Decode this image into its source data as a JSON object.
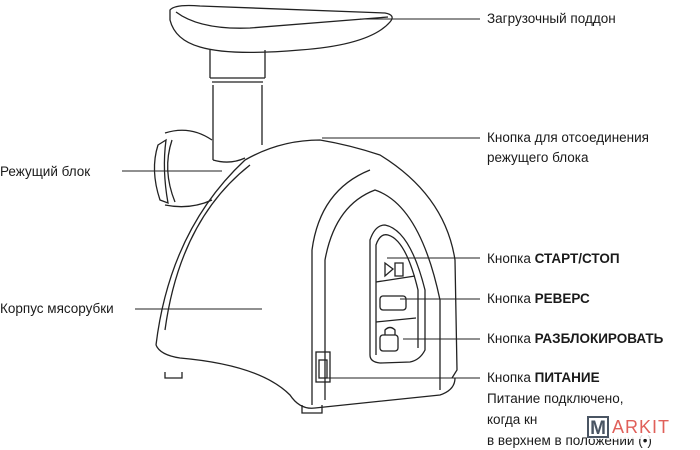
{
  "labels": {
    "tray": "Загрузочный поддон",
    "detach_line1": "Кнопка для отсоединения",
    "detach_line2": "режущего блока",
    "cutting_block": "Режущий блок",
    "body": "Корпус мясорубки",
    "start_prefix": "Кнопка ",
    "start_bold": "СТАРТ/СТОП",
    "reverse_prefix": "Кнопка ",
    "reverse_bold": "РЕВЕРС",
    "unlock_prefix": "Кнопка ",
    "unlock_bold": "РАЗБЛОКИРОВАТЬ",
    "power_prefix": "Кнопка ",
    "power_bold": "ПИТАНИЕ",
    "power_note1": "Питание подключено,",
    "power_note2": "когда кн",
    "power_note3": "в верхнем в положении (•)"
  },
  "watermark": {
    "m": "M",
    "rest": "ARKIT"
  }
}
